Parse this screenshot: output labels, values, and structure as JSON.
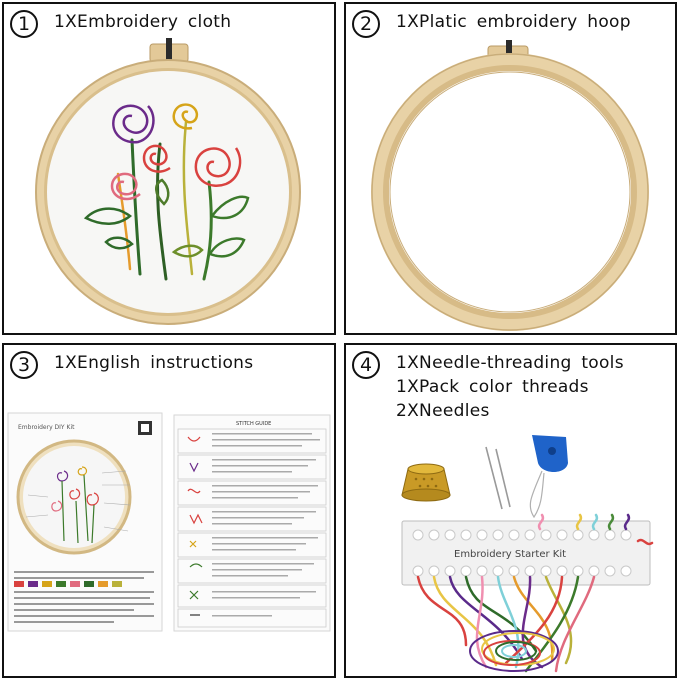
{
  "panels": [
    {
      "number": "1",
      "caption": "1XEmbroidery cloth",
      "icon": "embroidery-hoop-with-roses"
    },
    {
      "number": "2",
      "caption": "1XPlatic embroidery hoop",
      "icon": "empty-embroidery-hoop"
    },
    {
      "number": "3",
      "caption": "1XEnglish instructions",
      "icon": "instruction-sheets"
    },
    {
      "number": "4",
      "captions": [
        "1XNeedle-threading tools",
        "1XPack color threads",
        "2XNeedles"
      ],
      "icon": "tools-and-threads"
    }
  ],
  "instructions": {
    "left_title": "Embroidery DIY Kit",
    "right_title": "STITCH GUIDE"
  },
  "thread_card": {
    "label": "Embroidery Starter Kit"
  },
  "colors": {
    "hoop_wood": "#e8d2a6",
    "hoop_shadow": "#c9ad7a",
    "rose_red": "#d9423f",
    "rose_purple": "#6b2b8a",
    "rose_yellow": "#d6a419",
    "leaf_green": "#4e7b2a",
    "threader_blue": "#1f63c9",
    "thimble_gold": "#c99a26"
  }
}
